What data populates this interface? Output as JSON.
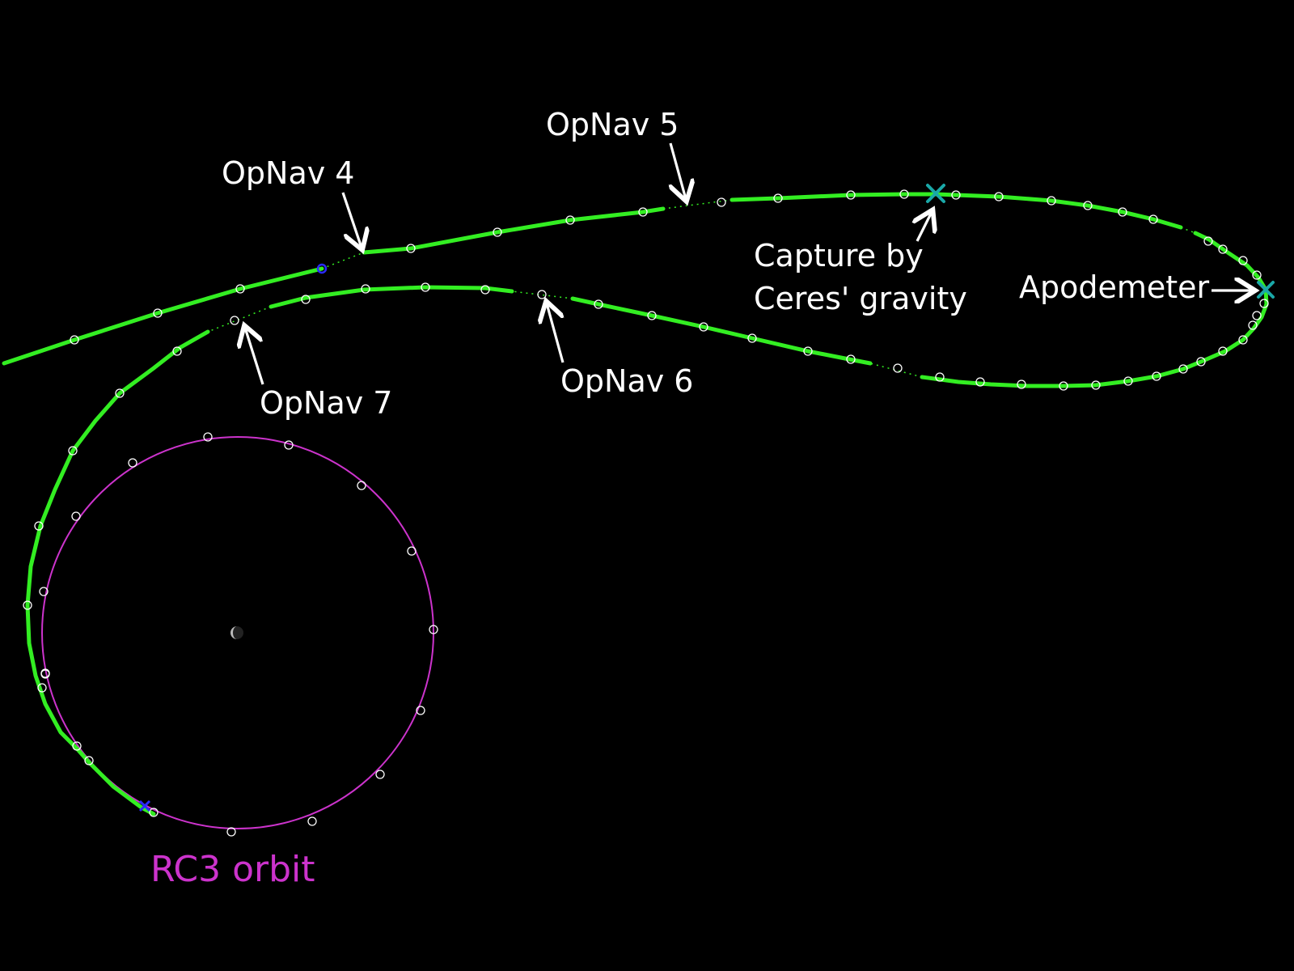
{
  "labels": {
    "opnav4": "OpNav 4",
    "opnav5": "OpNav 5",
    "opnav6": "OpNav 6",
    "opnav7": "OpNav 7",
    "capture_line1": "Capture by",
    "capture_line2": "Ceres' gravity",
    "apodemeter": "Apodemeter",
    "rc3": "RC3 orbit"
  },
  "colors": {
    "background": "#000000",
    "trajectory": "#33ee22",
    "rc3_orbit": "#cc33cc",
    "marker_x": "#1aa8a8",
    "blue_marker": "#2b2bff",
    "text": "#ffffff",
    "ticks": "#ffffff"
  }
}
